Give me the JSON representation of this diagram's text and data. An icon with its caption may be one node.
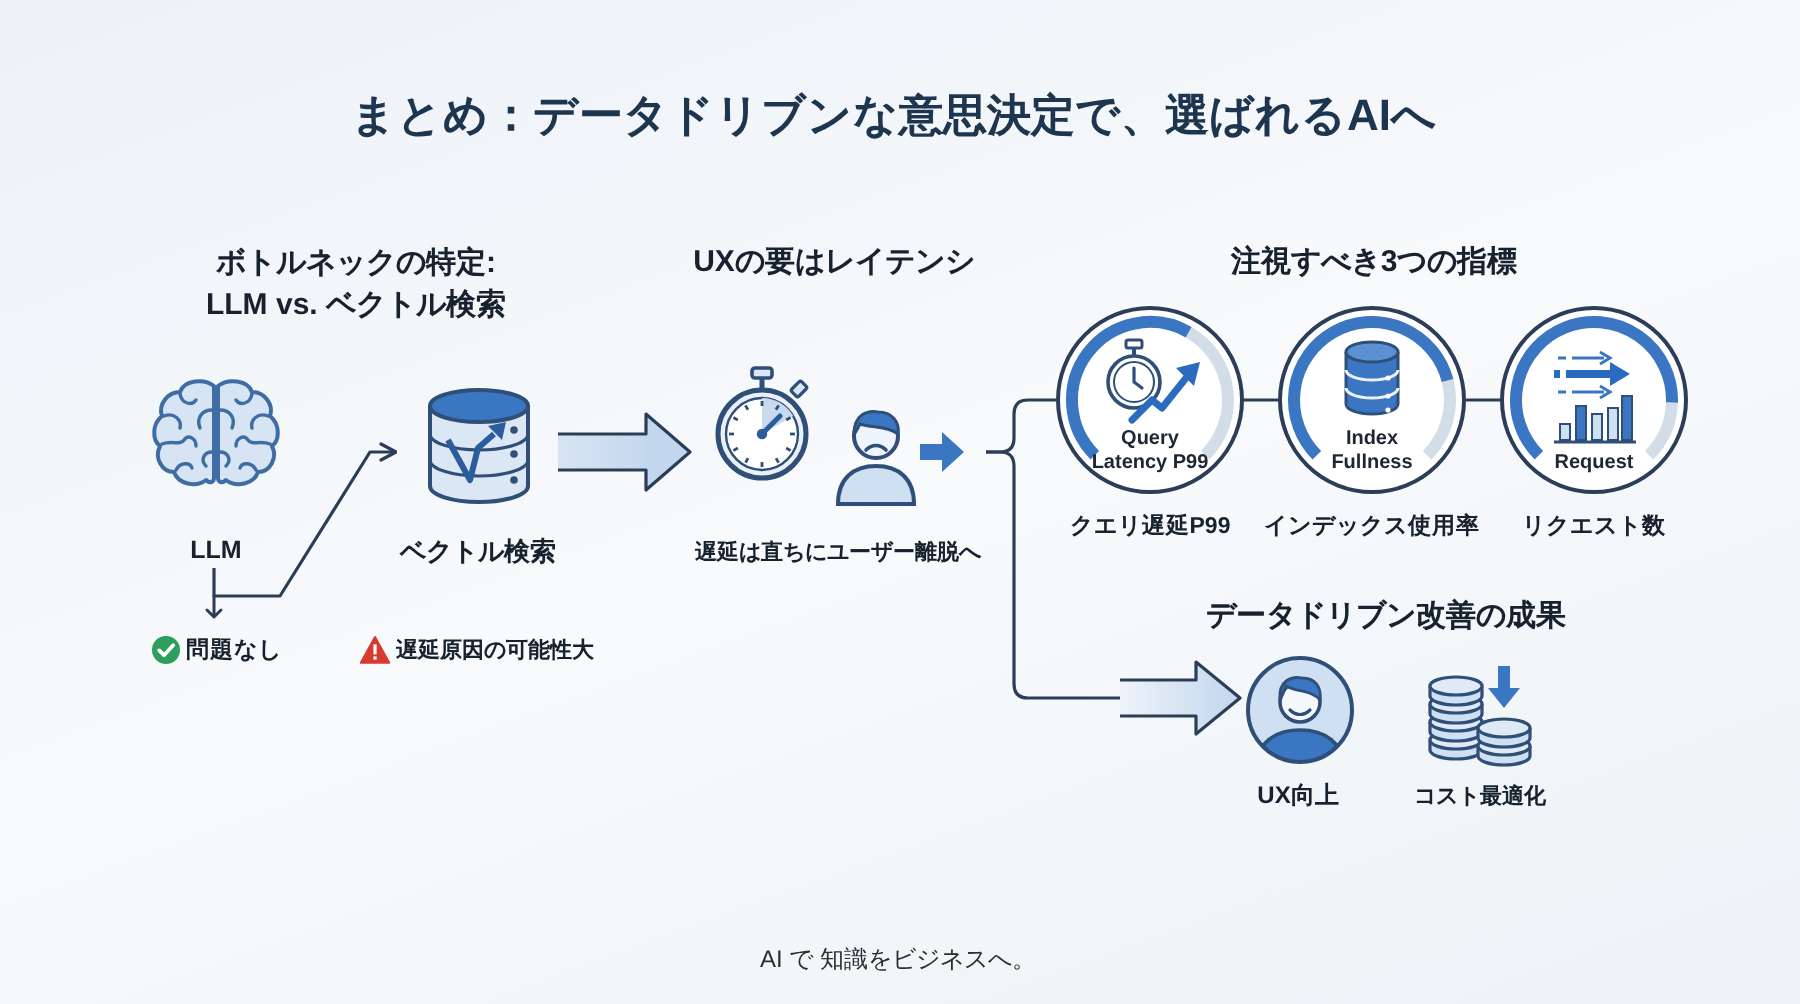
{
  "diagram": {
    "title": "まとめ：データドリブンな意思決定で、選ばれるAIへ",
    "nodes": [
      {
        "text": [
          "LLM"
        ],
        "beside": [
          "問題なし"
        ]
      },
      {
        "text": [
          "ベクトル検索"
        ]
      },
      {
        "text": [
          "遅延は直ちにユーザー離脱へ"
        ]
      },
      {
        "text": [
          "Query Latency P99"
        ],
        "beside": [
          "クエリ遅延P99"
        ]
      },
      {
        "text": [
          "Index Fullness"
        ],
        "beside": [
          "インデックス使用率"
        ]
      },
      {
        "text": [
          "Request"
        ],
        "beside": [
          "リクエスト数"
        ]
      },
      {
        "text": [
          "UX向上"
        ]
      },
      {
        "text": [
          "コスト最適化"
        ]
      }
    ],
    "edges": [
      {
        "from": 0,
        "to": 1,
        "arrow": "to"
      },
      {
        "from": 1,
        "to": 2,
        "arrow": "to",
        "style": "thick"
      },
      {
        "from": 2,
        "to": 3,
        "arrow": "none"
      },
      {
        "from": 3,
        "to": 4,
        "arrow": "none"
      },
      {
        "from": 4,
        "to": 5,
        "arrow": "none"
      },
      {
        "from": 2,
        "to": 6,
        "arrow": "to"
      }
    ],
    "labels": [
      "ボトルネックの特定: LLM vs. ベクトル検索",
      "UXの要はレイテンシ",
      "注視すべき3つの指標",
      "データドリブン改善の成果",
      "遅延原因の可能性大",
      "AI で 知識をビジネスへ。"
    ]
  }
}
